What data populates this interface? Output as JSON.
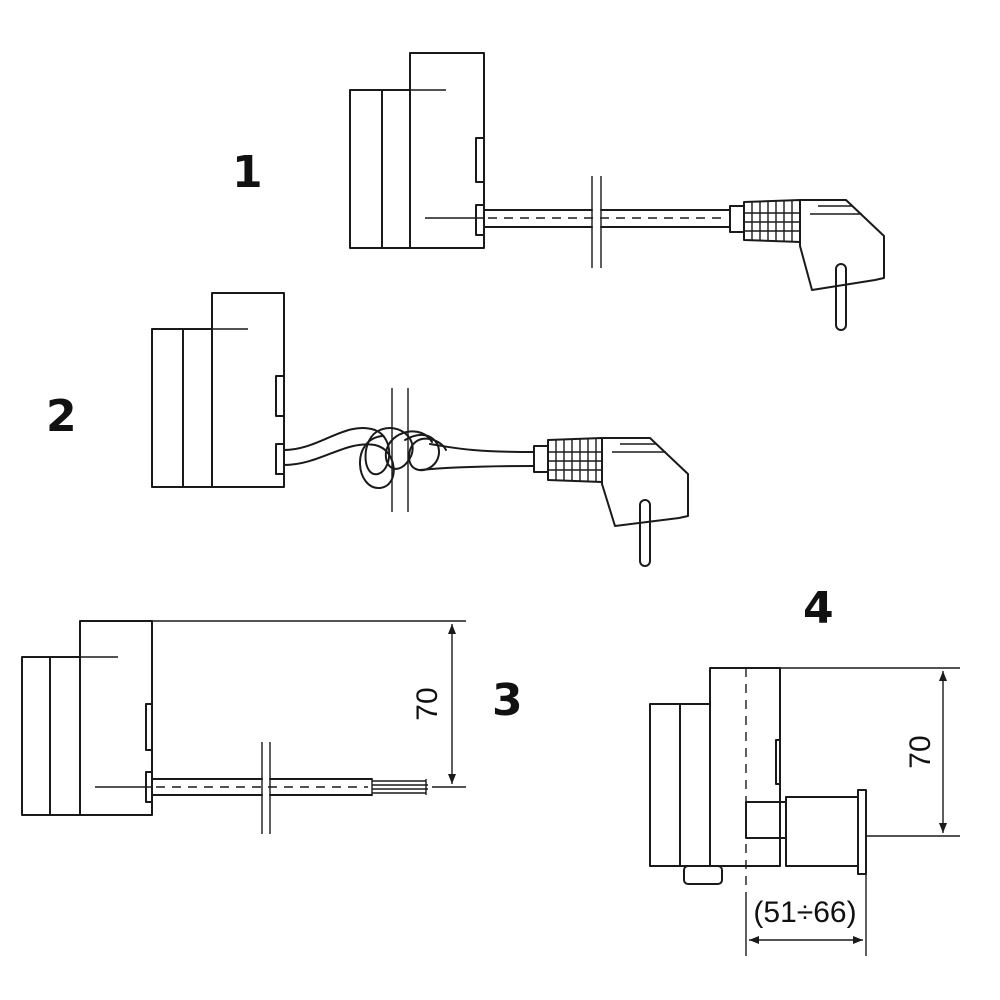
{
  "variants": [
    {
      "label": "1"
    },
    {
      "label": "2"
    },
    {
      "label": "3"
    },
    {
      "label": "4"
    }
  ],
  "dimensions": {
    "height_3": "70",
    "height_4": "70",
    "length_4": "(51÷66)"
  }
}
